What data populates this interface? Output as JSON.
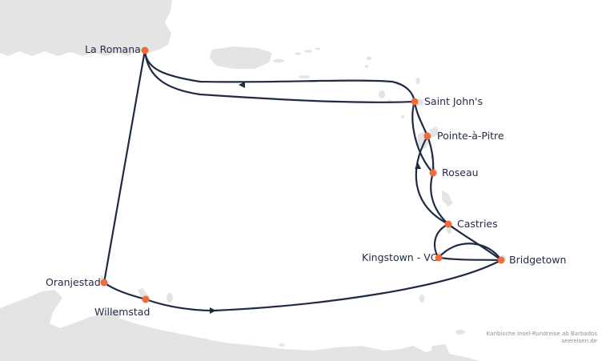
{
  "map": {
    "colors": {
      "water": "#ffffff",
      "land": "#e4e4e4",
      "route": "#1f2a44",
      "port": "#ee6d3a",
      "label": "#1f2a44"
    },
    "ports": [
      {
        "id": "la-romana",
        "name": "La Romana"
      },
      {
        "id": "saint-johns",
        "name": "Saint John's"
      },
      {
        "id": "pointe-a-pitre",
        "name": "Pointe-à-Pitre"
      },
      {
        "id": "roseau",
        "name": "Roseau"
      },
      {
        "id": "castries",
        "name": "Castries"
      },
      {
        "id": "kingstown-vc",
        "name": "Kingstown - VC"
      },
      {
        "id": "bridgetown",
        "name": "Bridgetown"
      },
      {
        "id": "oranjestad",
        "name": "Oranjestad"
      },
      {
        "id": "willemstad",
        "name": "Willemstad"
      }
    ],
    "credit": {
      "line1": "Karibische Insel-Rundreise ab Barbados",
      "line2": "seereisen.de"
    }
  }
}
